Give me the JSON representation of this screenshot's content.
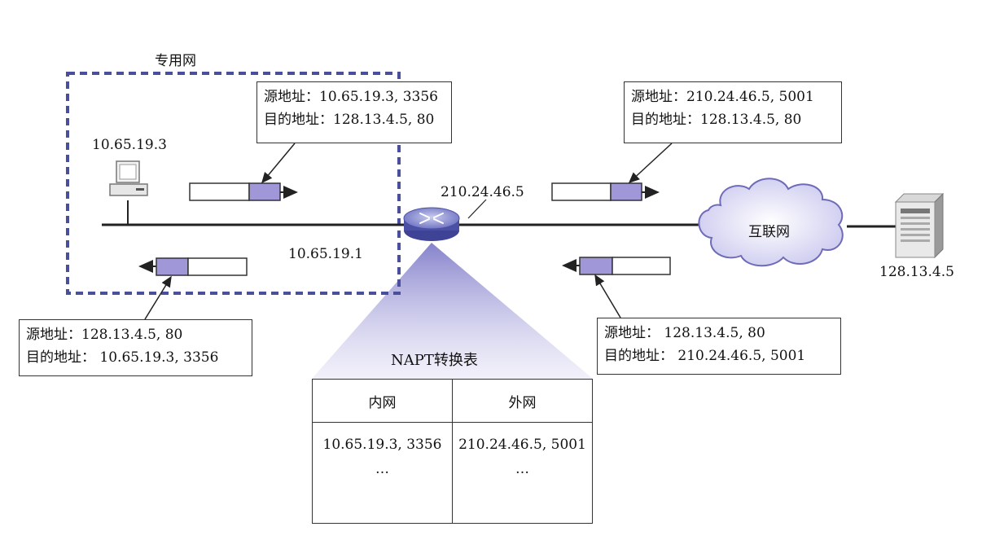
{
  "private_net": {
    "label": "专用网"
  },
  "host": {
    "ip": "10.65.19.3"
  },
  "router": {
    "outer_ip": "210.24.46.5",
    "inner_ip": "10.65.19.1"
  },
  "internet": {
    "label": "互联网"
  },
  "server": {
    "ip": "128.13.4.5"
  },
  "boxes": {
    "private_out": {
      "line1": "源地址：10.65.19.3, 3356",
      "line2": "目的地址：128.13.4.5, 80"
    },
    "public_out": {
      "line1": "源地址：210.24.46.5, 5001",
      "line2": "目的地址：128.13.4.5, 80"
    },
    "private_in": {
      "line1": "源地址：128.13.4.5, 80",
      "line2": "目的地址： 10.65.19.3, 3356"
    },
    "public_in": {
      "line1": "源地址： 128.13.4.5, 80",
      "line2": "目的地址： 210.24.46.5, 5001"
    }
  },
  "napt_table": {
    "title": "NAPT转换表",
    "headers": [
      "内网",
      "外网"
    ],
    "row": [
      "10.65.19.3, 3356",
      "210.24.46.5, 5001"
    ],
    "ellipsis": [
      "…",
      "…"
    ]
  },
  "colors": {
    "dashed_border": "#4a4f9c",
    "packet_fill": "#9f97d8",
    "beam": "#8a86d0",
    "router": "#5a5fb0"
  },
  "icons": [
    "computer-icon",
    "router-icon",
    "cloud-icon",
    "server-icon"
  ]
}
